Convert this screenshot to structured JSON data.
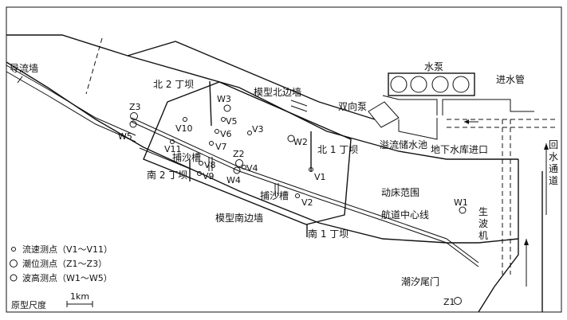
{
  "labels": {
    "guide_wall": "导流墙",
    "north_wall": "模型北边墙",
    "south_wall": "模型南边墙",
    "pumps": "水泵",
    "inlet_pipe": "进水管",
    "bidirectional_pump": "双向泵",
    "overflow_tank": "溢流储水池",
    "reservoir_inlet": "地下水库进口",
    "return_channel": "回水通道",
    "wave_maker": "生波机",
    "tide_gate": "潮汐尾门",
    "mobile_bed": "动床范围",
    "channel_center": "航道中心线",
    "sand_trap_1": "捕沙槽",
    "sand_trap_2": "捕沙槽",
    "groyne_n1": "北 1 丁坝",
    "groyne_n2": "北 2 丁坝",
    "groyne_s1": "南 1 丁坝",
    "groyne_s2": "南 2 丁坝"
  },
  "stations": {
    "velocity": [
      "V1",
      "V2",
      "V3",
      "V4",
      "V5",
      "V6",
      "V7",
      "V8",
      "V9",
      "V10",
      "V11"
    ],
    "tide": [
      "Z1",
      "Z2",
      "Z3"
    ],
    "wave": [
      "W1",
      "W2",
      "W3",
      "W4",
      "W5"
    ]
  },
  "legend": {
    "velocity": "流速测点（V1～V11）",
    "tide": "潮位测点（Z1～Z3）",
    "wave": "波高测点（W1～W5）"
  },
  "scale": {
    "label": "原型尺度",
    "value": "1km"
  }
}
